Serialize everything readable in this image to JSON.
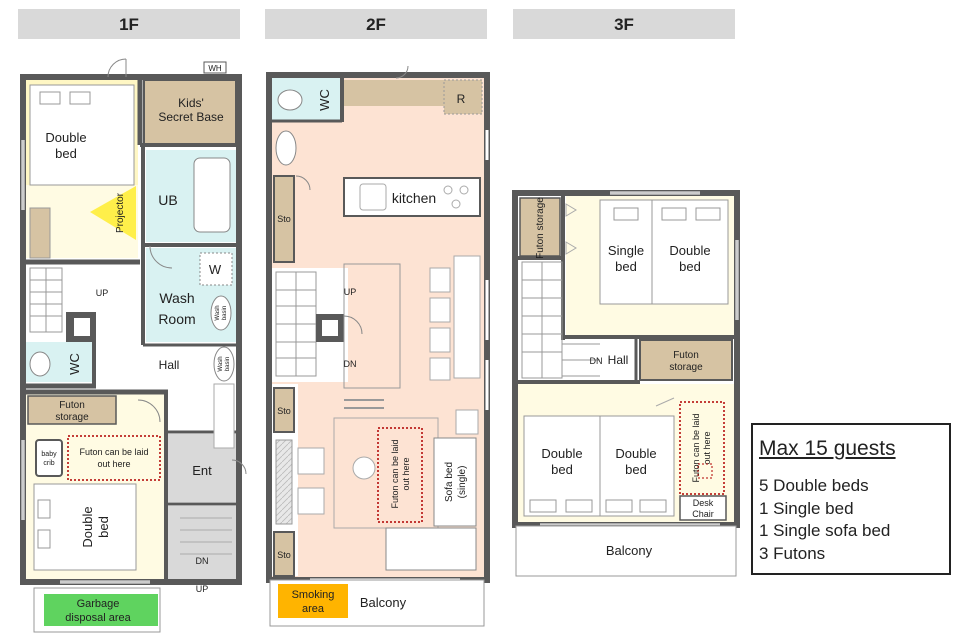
{
  "floors": {
    "f1": {
      "header": "1F",
      "labels": {
        "wh": "WH",
        "double_bed_top_1": "Double",
        "double_bed_top_2": "bed",
        "kids_1": "Kids'",
        "kids_2": "Secret Base",
        "ub": "UB",
        "projector": "Projector",
        "w": "W",
        "wash_1": "Wash",
        "wash_2": "Room",
        "wash_basin_1": "Wash",
        "wash_basin_2": "basin",
        "up": "UP",
        "wc": "WC",
        "hall": "Hall",
        "futon_1": "Futon",
        "futon_2": "storage",
        "baby_1": "baby",
        "baby_2": "crib",
        "futon_area_1": "Futon can be laid",
        "futon_area_2": "out here",
        "ent": "Ent",
        "double_bed_bottom_1": "Double",
        "double_bed_bottom_2": "bed",
        "dn": "DN",
        "up_outside": "UP",
        "garbage_1": "Garbage",
        "garbage_2": "disposal area"
      }
    },
    "f2": {
      "header": "2F",
      "labels": {
        "wc": "WC",
        "r": "R",
        "kitchen": "kitchen",
        "sto": "Sto",
        "up": "UP",
        "dn": "DN",
        "futon_area_1": "Futon can be laid",
        "futon_area_2": "out here",
        "sofa_1": "Sofa bed",
        "sofa_2": "(single)",
        "smoking_1": "Smoking",
        "smoking_2": "area",
        "balcony": "Balcony"
      }
    },
    "f3": {
      "header": "3F",
      "labels": {
        "futon_storage_v": "Futon storage",
        "single_1": "Single",
        "single_2": "bed",
        "double_1": "Double",
        "double_2": "bed",
        "dn": "DN",
        "hall": "Hall",
        "futon_1": "Futon",
        "futon_2": "storage",
        "double_a_1": "Double",
        "double_a_2": "bed",
        "double_b_1": "Double",
        "double_b_2": "bed",
        "futon_area_1": "Futon can be laid",
        "futon_area_2": "out here",
        "desk_1": "Desk",
        "desk_2": "Chair",
        "balcony": "Balcony"
      }
    }
  },
  "legend": {
    "title": "Max 15 guests",
    "lines": [
      "5 Double beds",
      "1 Single bed",
      "1 Single sofa bed",
      "3 Futons"
    ]
  },
  "colors": {
    "header_bg": "#d9d9d9",
    "wall": "#595959",
    "cream": "#fffbe3",
    "yellow": "#fff7c4",
    "peach": "#fde3d3",
    "aqua": "#d9f2f2",
    "tan": "#d6c3a3",
    "grey_area": "#d9d9d9",
    "green": "#5fd35f",
    "orange": "#ffb400",
    "futon_dotted": "#b00000"
  }
}
